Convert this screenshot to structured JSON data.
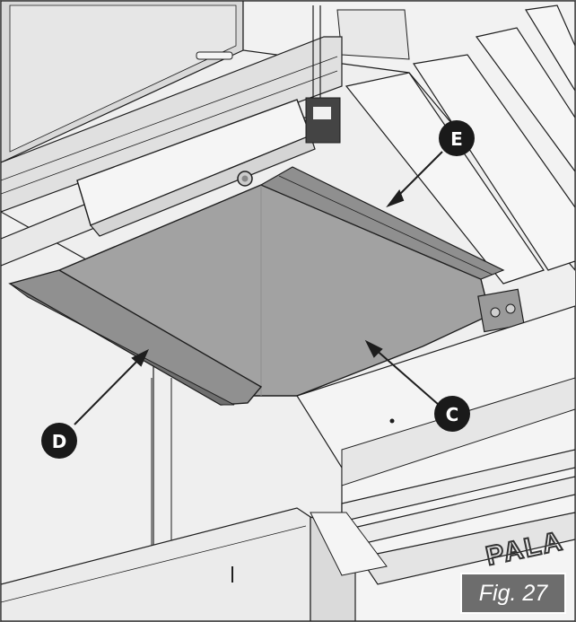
{
  "figure": {
    "label": "Fig. 27",
    "embossed_text": "PALA"
  },
  "callouts": {
    "c": {
      "label": "C"
    },
    "d": {
      "label": "D"
    },
    "e": {
      "label": "E"
    }
  },
  "colors": {
    "callout_fill": "#1a1a1a",
    "label_box": "#6d6d6d",
    "plate": "#a2a2a2",
    "deflector": "#909090",
    "line": "#1e1e1e"
  },
  "icons": [
    "screw-icon",
    "bracket-icon",
    "arrow-icon"
  ]
}
